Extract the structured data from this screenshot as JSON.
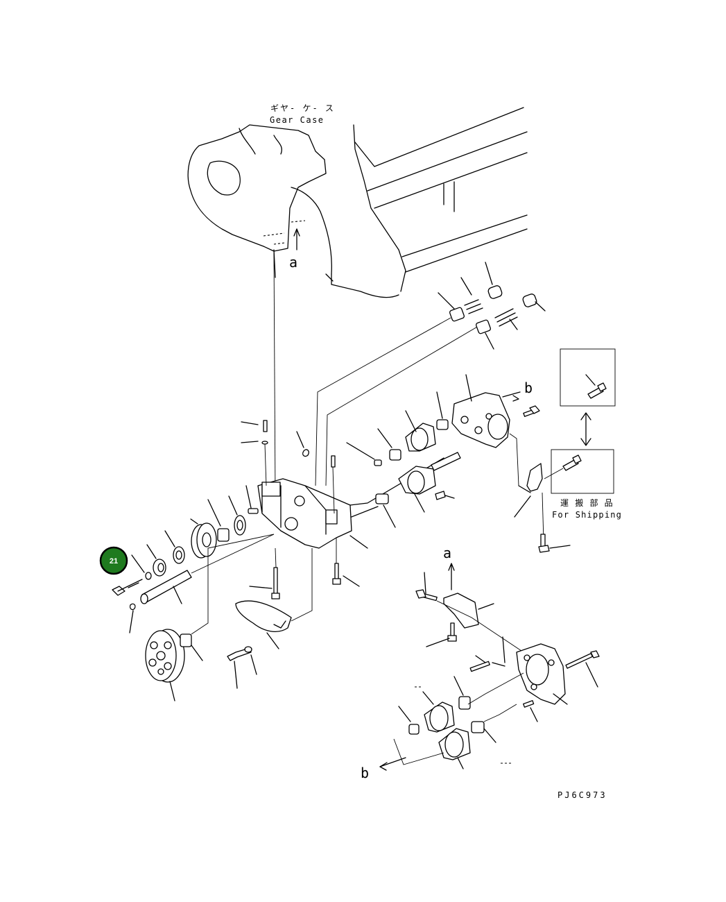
{
  "labels": {
    "gear_case_jp": "ギヤ- ケ- ス",
    "gear_case_en": "Gear Case",
    "for_shipping_jp": "運 搬 部 品",
    "for_shipping_en": "For Shipping",
    "ref_a_top": "a",
    "ref_a_lower": "a",
    "ref_b_top": "b",
    "ref_b_lower": "b",
    "drawing_number": "PJ6C973"
  },
  "callouts": [
    {
      "number": "21",
      "color": "#1f7a1f"
    }
  ],
  "colors": {
    "line": "#000000",
    "background": "#ffffff",
    "callout_fill": "#1f7a1f",
    "callout_ring": "#000000"
  }
}
